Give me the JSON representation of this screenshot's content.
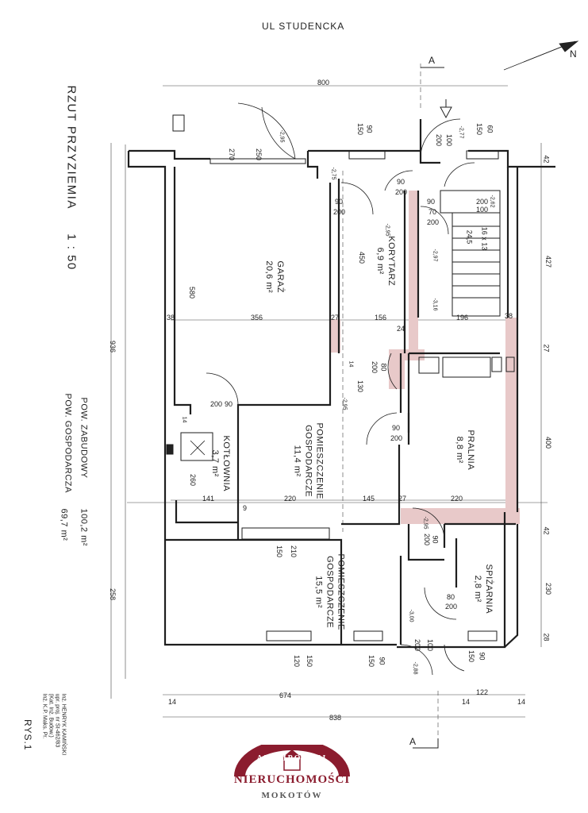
{
  "street": "UL STUDENCKA",
  "title": "RZUT PRZYZIEMIA",
  "scale": "1 : 50",
  "section_marks": [
    "A",
    "A"
  ],
  "north_mark": "N",
  "areas": {
    "built_label": "POW. ZABUDOWY",
    "built_value": "100,2 m²",
    "utility_label": "POW. GOSPODARCZA",
    "utility_value": "69,7 m²"
  },
  "drawing_number": "RYS.1",
  "rooms": {
    "garage": {
      "name": "GARAŻ",
      "area": "20,6 m²"
    },
    "corridor": {
      "name": "KORYTARZ",
      "area": "6,9 m²"
    },
    "utility1": {
      "name": "POMIESZCZENIE GOSPODARCZE",
      "area": "11,4 m²"
    },
    "boiler": {
      "name": "KOTŁOWNIA",
      "area": "3,7 m²"
    },
    "laundry": {
      "name": "PRALNIA",
      "area": "8,8 m²"
    },
    "utility2": {
      "name": "POMIESZCZENIE GOSPODARCZE",
      "area": "15,5 m²"
    },
    "pantry": {
      "name": "SPIŻARNIA",
      "area": "2,8 m²"
    }
  },
  "dimensions": {
    "top_total": "800",
    "bottom_total": "838",
    "bottom_674": "674",
    "bottom_122": "122",
    "bottom_14a": "14",
    "bottom_14b": "14",
    "bottom_14c": "14",
    "left_total": "936",
    "left_580": "580",
    "left_258": "258",
    "right_42a": "42",
    "right_427": "427",
    "right_27": "27",
    "right_400": "400",
    "right_42b": "42",
    "right_230": "230",
    "right_28": "28",
    "row1_38a": "38",
    "row1_356": "356",
    "row1_27a": "27",
    "row1_156": "156",
    "row1_24": "24",
    "row1_196": "196",
    "row1_38b": "38",
    "row2_141": "141",
    "row2_9": "9",
    "row2_220a": "220",
    "row2_145": "145",
    "row2_27": "27",
    "row2_220b": "220",
    "corr_450": "450",
    "boiler_260": "260",
    "door_270": "270",
    "door_250": "250",
    "win_150a": "150",
    "win_90a": "90",
    "win_150b": "150",
    "win_60": "60",
    "door_200a": "200",
    "door_100a": "100",
    "door_90a": "90",
    "door_200b": "200",
    "door_90b": "90",
    "door_200c": "200",
    "door_90c": "90",
    "door_200d": "200",
    "door_100b": "100",
    "door_70": "70",
    "door_200e": "200",
    "door_80a": "80",
    "door_200f": "200",
    "d_130": "130",
    "door_90d": "90",
    "door_200g": "200",
    "door_90e": "90",
    "door_200h": "200",
    "door_90f": "90",
    "door_200i": "200",
    "win_210": "210",
    "win_150c": "150",
    "door_80b": "80",
    "door_200j": "200",
    "win_150d": "150",
    "win_120": "120",
    "win_150e": "150",
    "win_90b": "90",
    "door_100c": "100",
    "door_200k": "200",
    "win_150f": "150",
    "win_90c": "90",
    "stairs": "16 x 13",
    "stairs2": "24,5",
    "lvl_a": "-2,95",
    "lvl_b": "-2,75",
    "lvl_c": "-2,77",
    "lvl_d": "-2,62",
    "lvl_e": "-2,95",
    "lvl_f": "-2,97",
    "lvl_g": "-3,16",
    "lvl_h": "-2,95",
    "lvl_i": "-2,95",
    "lvl_j": "-2,88",
    "lvl_k": "-3,00",
    "d_14": "14",
    "d_14b": "14"
  },
  "stamp": [
    "Inż. HENRYK KAMIŃSKI",
    "upr. proj. nr St-462/83",
    "(Kat. Inż. Budow.)",
    "Inż. K.P. Maks. Pr."
  ],
  "logo": {
    "brand": "ADAMPOLSKI",
    "line1": "NIERUCHOMOŚCI",
    "line2": "MOKOTÓW"
  },
  "colors": {
    "wall": "#1e1e1e",
    "brick": "#e8c9c9",
    "logo": "#8b1c2e"
  }
}
